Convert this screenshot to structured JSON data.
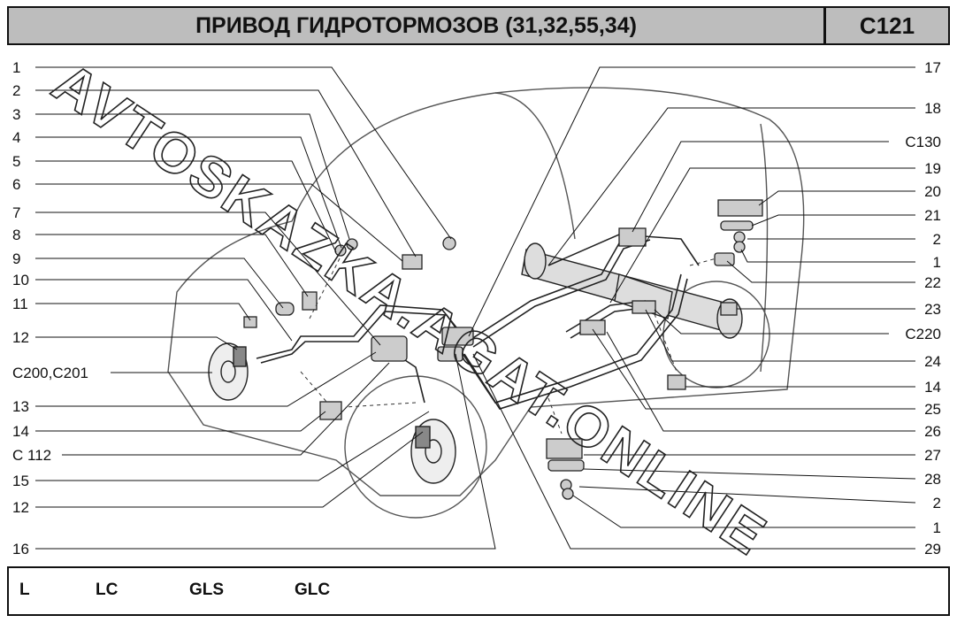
{
  "header": {
    "title": "ПРИВОД ГИДРОТОРМОЗОВ (31,32,55,34)",
    "code": "C121"
  },
  "watermark": "AVTOSKAZKA.AGAT.ONLINE",
  "labels_left": [
    "1",
    "2",
    "3",
    "4",
    "5",
    "6",
    "7",
    "8",
    "9",
    "10",
    "11",
    "12",
    "C200,C201",
    "13",
    "14",
    "C 112",
    "15",
    "12",
    "16"
  ],
  "labels_right": [
    "17",
    "18",
    "C130",
    "19",
    "20",
    "21",
    "2",
    "1",
    "22",
    "23",
    "C220",
    "24",
    "14",
    "25",
    "26",
    "27",
    "28",
    "2",
    "1",
    "29"
  ],
  "footer": {
    "trims": [
      "L",
      "LC",
      "GLS",
      "GLC"
    ]
  }
}
